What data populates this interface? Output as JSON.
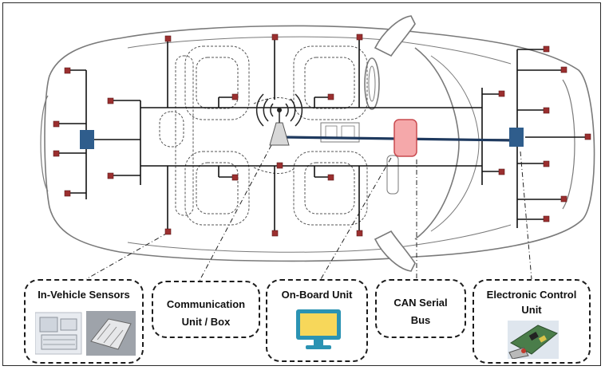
{
  "diagram": {
    "labels": {
      "sensors": "In-Vehicle Sensors",
      "comm_line1": "Communication",
      "comm_line2": "Unit / Box",
      "obu": "On-Board Unit",
      "can_line1": "CAN Serial",
      "can_line2": "Bus",
      "ecu_line1": "Electronic Control",
      "ecu_line2": "Unit"
    },
    "icons": {
      "sensor_chips": "sensor-chip-photos",
      "comm_antenna": "antenna-with-radio-waves",
      "obu_monitor": "monitor-icon",
      "ecu_board": "circuit-board-photo",
      "can_bus": "can-bus-box",
      "ecu_node": "ecu-node-square",
      "sensor_node": "sensor-node-square"
    },
    "colors": {
      "sensor_node": "#9b2f2f",
      "ecu_node": "#2f5d8c",
      "can_bus_line": "#1f3a5f",
      "can_box_fill": "#f5a8aa",
      "can_box_stroke": "#c94a4f",
      "monitor_screen": "#f7d75a",
      "monitor_frame": "#2b93b3"
    }
  }
}
